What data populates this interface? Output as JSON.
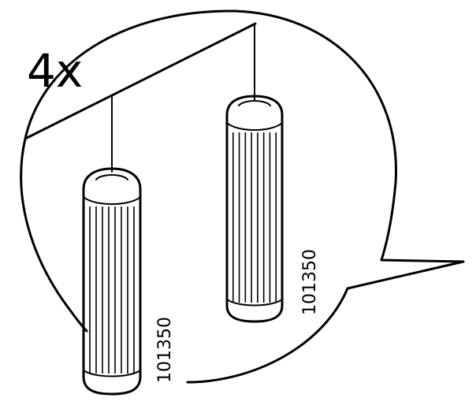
{
  "callout": {
    "quantity_label": "4x"
  },
  "dowels": [
    {
      "part_number": "101350"
    },
    {
      "part_number": "101350"
    }
  ],
  "colors": {
    "line": "#000000",
    "background": "#ffffff"
  }
}
